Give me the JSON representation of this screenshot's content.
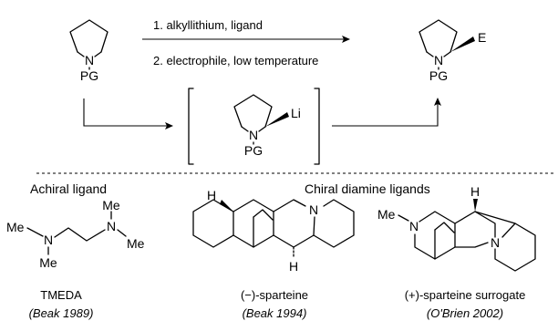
{
  "reaction": {
    "step1": "1. alkyllithium, ligand",
    "step2": "2. electrophile, low temperature",
    "atoms": {
      "N": "N",
      "PG": "PG",
      "E": "E",
      "Li": "Li"
    }
  },
  "sections": {
    "achiral": "Achiral ligand",
    "chiral": "Chiral diamine ligands"
  },
  "ligands": [
    {
      "name": "TMEDA",
      "citation": "(Beak 1989)"
    },
    {
      "name": "(−)-sparteine",
      "citation": "(Beak 1994)"
    },
    {
      "name": "(+)-sparteine surrogate",
      "citation": "(O'Brien 2002)"
    }
  ],
  "atom_labels": {
    "N": "N",
    "Me": "Me",
    "H": "H"
  }
}
